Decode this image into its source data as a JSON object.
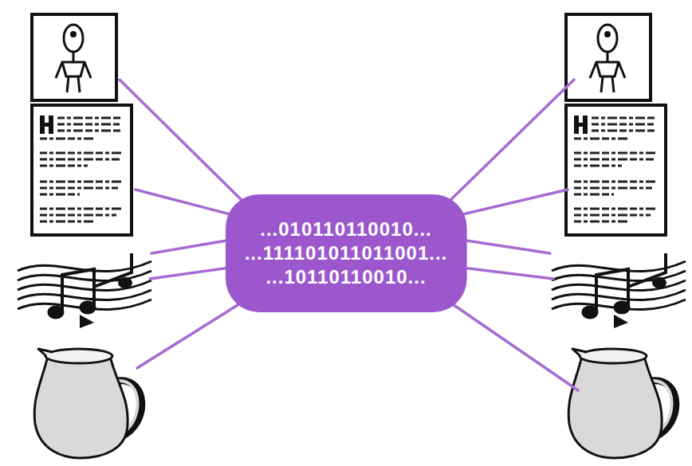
{
  "diagram": {
    "nodes": [
      {
        "text": [
          "...010110110010...",
          "...111101011011001...",
          "...10110110010..."
        ]
      }
    ]
  }
}
